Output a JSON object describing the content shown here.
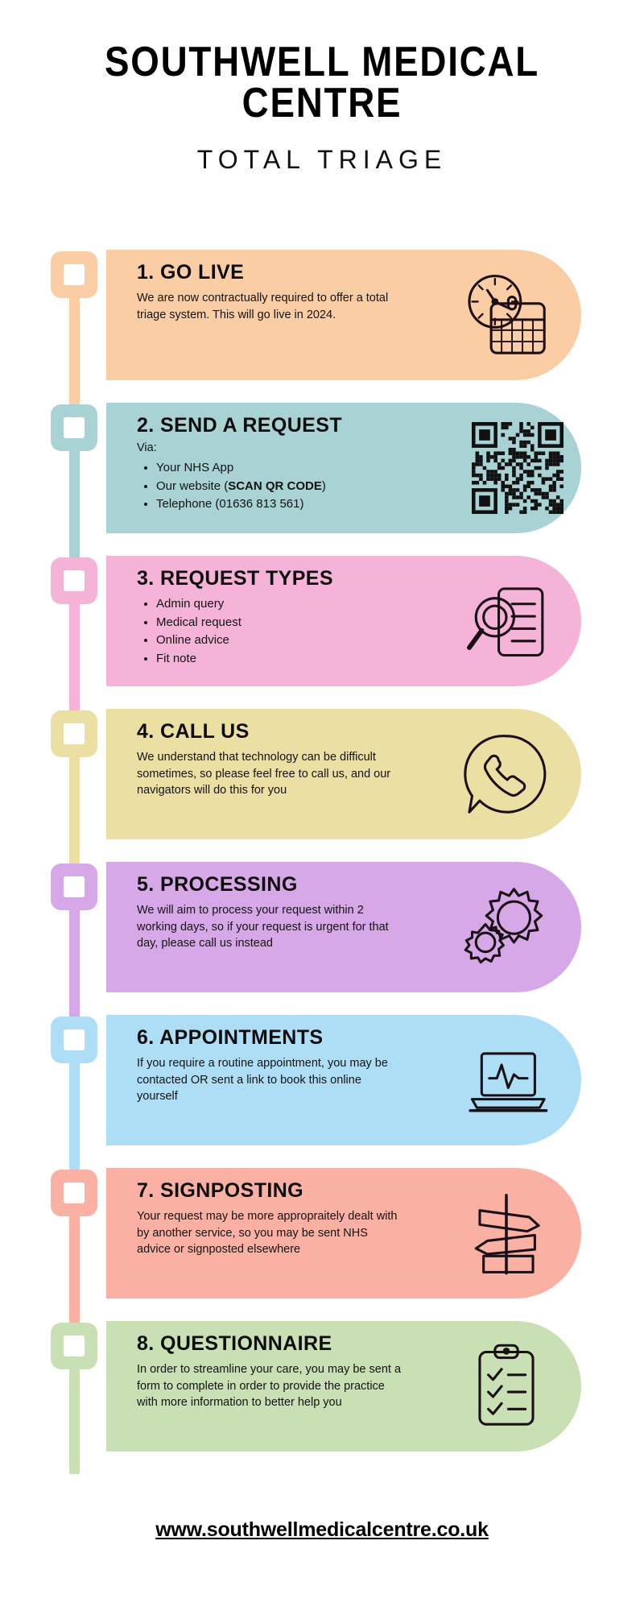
{
  "header": {
    "title_line1": "SOUTHWELL MEDICAL",
    "title_line2": "CENTRE",
    "subtitle": "TOTAL TRIAGE"
  },
  "footer": {
    "url": "www.southwellmedicalcentre.co.uk"
  },
  "colors": {
    "step1": "#fbcda4",
    "step2": "#a8d2d3",
    "step3": "#f5b3d8",
    "step4": "#ecdfa4",
    "step5": "#d7a8e8",
    "step6": "#addef5",
    "step7": "#fbb0a4",
    "step8": "#c9dfb4",
    "ink": "#1a0f14",
    "text": "#131313"
  },
  "steps": [
    {
      "number": "1.",
      "title": "1. GO LIVE",
      "body": "We are now contractually required to  offer a total triage system. This will go live in 2024.",
      "bullets": [],
      "icon": "clock-calendar-icon",
      "color": "#fbcda4"
    },
    {
      "number": "2.",
      "title": "2. SEND A REQUEST",
      "body": "Via:",
      "bullets": [
        {
          "pre": "Your NHS App",
          "bold": "",
          "post": ""
        },
        {
          "pre": "Our website (",
          "bold": "SCAN QR CODE",
          "post": ")"
        },
        {
          "pre": "Telephone (01636 813 561)",
          "bold": "",
          "post": ""
        }
      ],
      "icon": "qr-code-icon",
      "color": "#a8d2d3"
    },
    {
      "number": "3.",
      "title": "3. REQUEST TYPES",
      "body": "",
      "bullets": [
        {
          "pre": "Admin query",
          "bold": "",
          "post": ""
        },
        {
          "pre": "Medical request",
          "bold": "",
          "post": ""
        },
        {
          "pre": "Online advice",
          "bold": "",
          "post": ""
        },
        {
          "pre": "Fit note",
          "bold": "",
          "post": ""
        }
      ],
      "icon": "magnifier-document-icon",
      "color": "#f5b3d8"
    },
    {
      "number": "4.",
      "title": "4. CALL US",
      "body": "We understand that technology can be difficult sometimes, so please feel free to call us, and our navigators will do this for you",
      "bullets": [],
      "icon": "phone-speech-bubble-icon",
      "color": "#ecdfa4"
    },
    {
      "number": "5.",
      "title": "5. PROCESSING",
      "body": "We will aim to process your request within 2 working days, so if your request is urgent for that day, please call us instead",
      "bullets": [],
      "icon": "gears-icon",
      "color": "#d7a8e8"
    },
    {
      "number": "6.",
      "title": "6. APPOINTMENTS",
      "body": "If you require a routine appointment, you may be contacted OR sent a link to book this online yourself",
      "bullets": [],
      "icon": "laptop-heartbeat-icon",
      "color": "#addef5"
    },
    {
      "number": "7.",
      "title": "7. SIGNPOSTING",
      "body": "Your request may be more appropraitely dealt with by another service, so you may be sent NHS advice or signposted elsewhere",
      "bullets": [],
      "icon": "signpost-icon",
      "color": "#fbb0a4"
    },
    {
      "number": "8.",
      "title": "8. QUESTIONNAIRE",
      "body": "In order to streamline your care, you may be sent a form to complete in order to provide the practice with more information to better help you",
      "bullets": [],
      "icon": "clipboard-checklist-icon",
      "color": "#c9dfb4"
    }
  ]
}
